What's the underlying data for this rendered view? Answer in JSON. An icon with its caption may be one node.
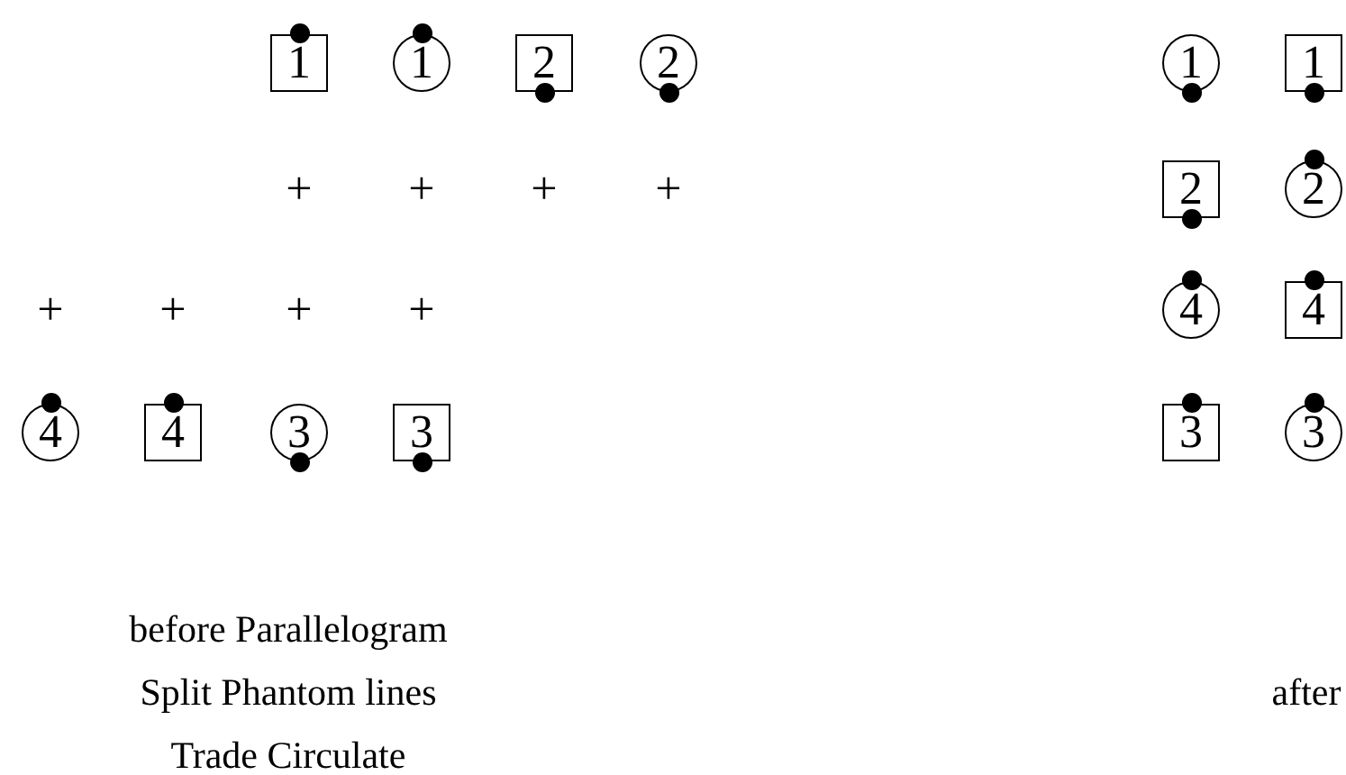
{
  "diagram": {
    "nodes": [
      {
        "text": [
          "1"
        ]
      },
      {
        "text": [
          "1"
        ]
      },
      {
        "text": [
          "2"
        ]
      },
      {
        "text": [
          "2"
        ]
      },
      {
        "text": [
          "1"
        ]
      },
      {
        "text": [
          "1"
        ]
      },
      {
        "text": [
          "2"
        ]
      },
      {
        "text": [
          "2"
        ]
      },
      {
        "text": [
          "4"
        ]
      },
      {
        "text": [
          "4"
        ]
      },
      {
        "text": [
          "4"
        ]
      },
      {
        "text": [
          "4"
        ]
      },
      {
        "text": [
          "3"
        ]
      },
      {
        "text": [
          "3"
        ]
      },
      {
        "text": [
          "3"
        ]
      },
      {
        "text": [
          "3"
        ]
      }
    ],
    "labels": [
      "+",
      "+",
      "+",
      "+",
      "+",
      "+",
      "+",
      "+",
      "before Parallelogram Split Phantom lines Trade Circulate",
      "after"
    ]
  }
}
